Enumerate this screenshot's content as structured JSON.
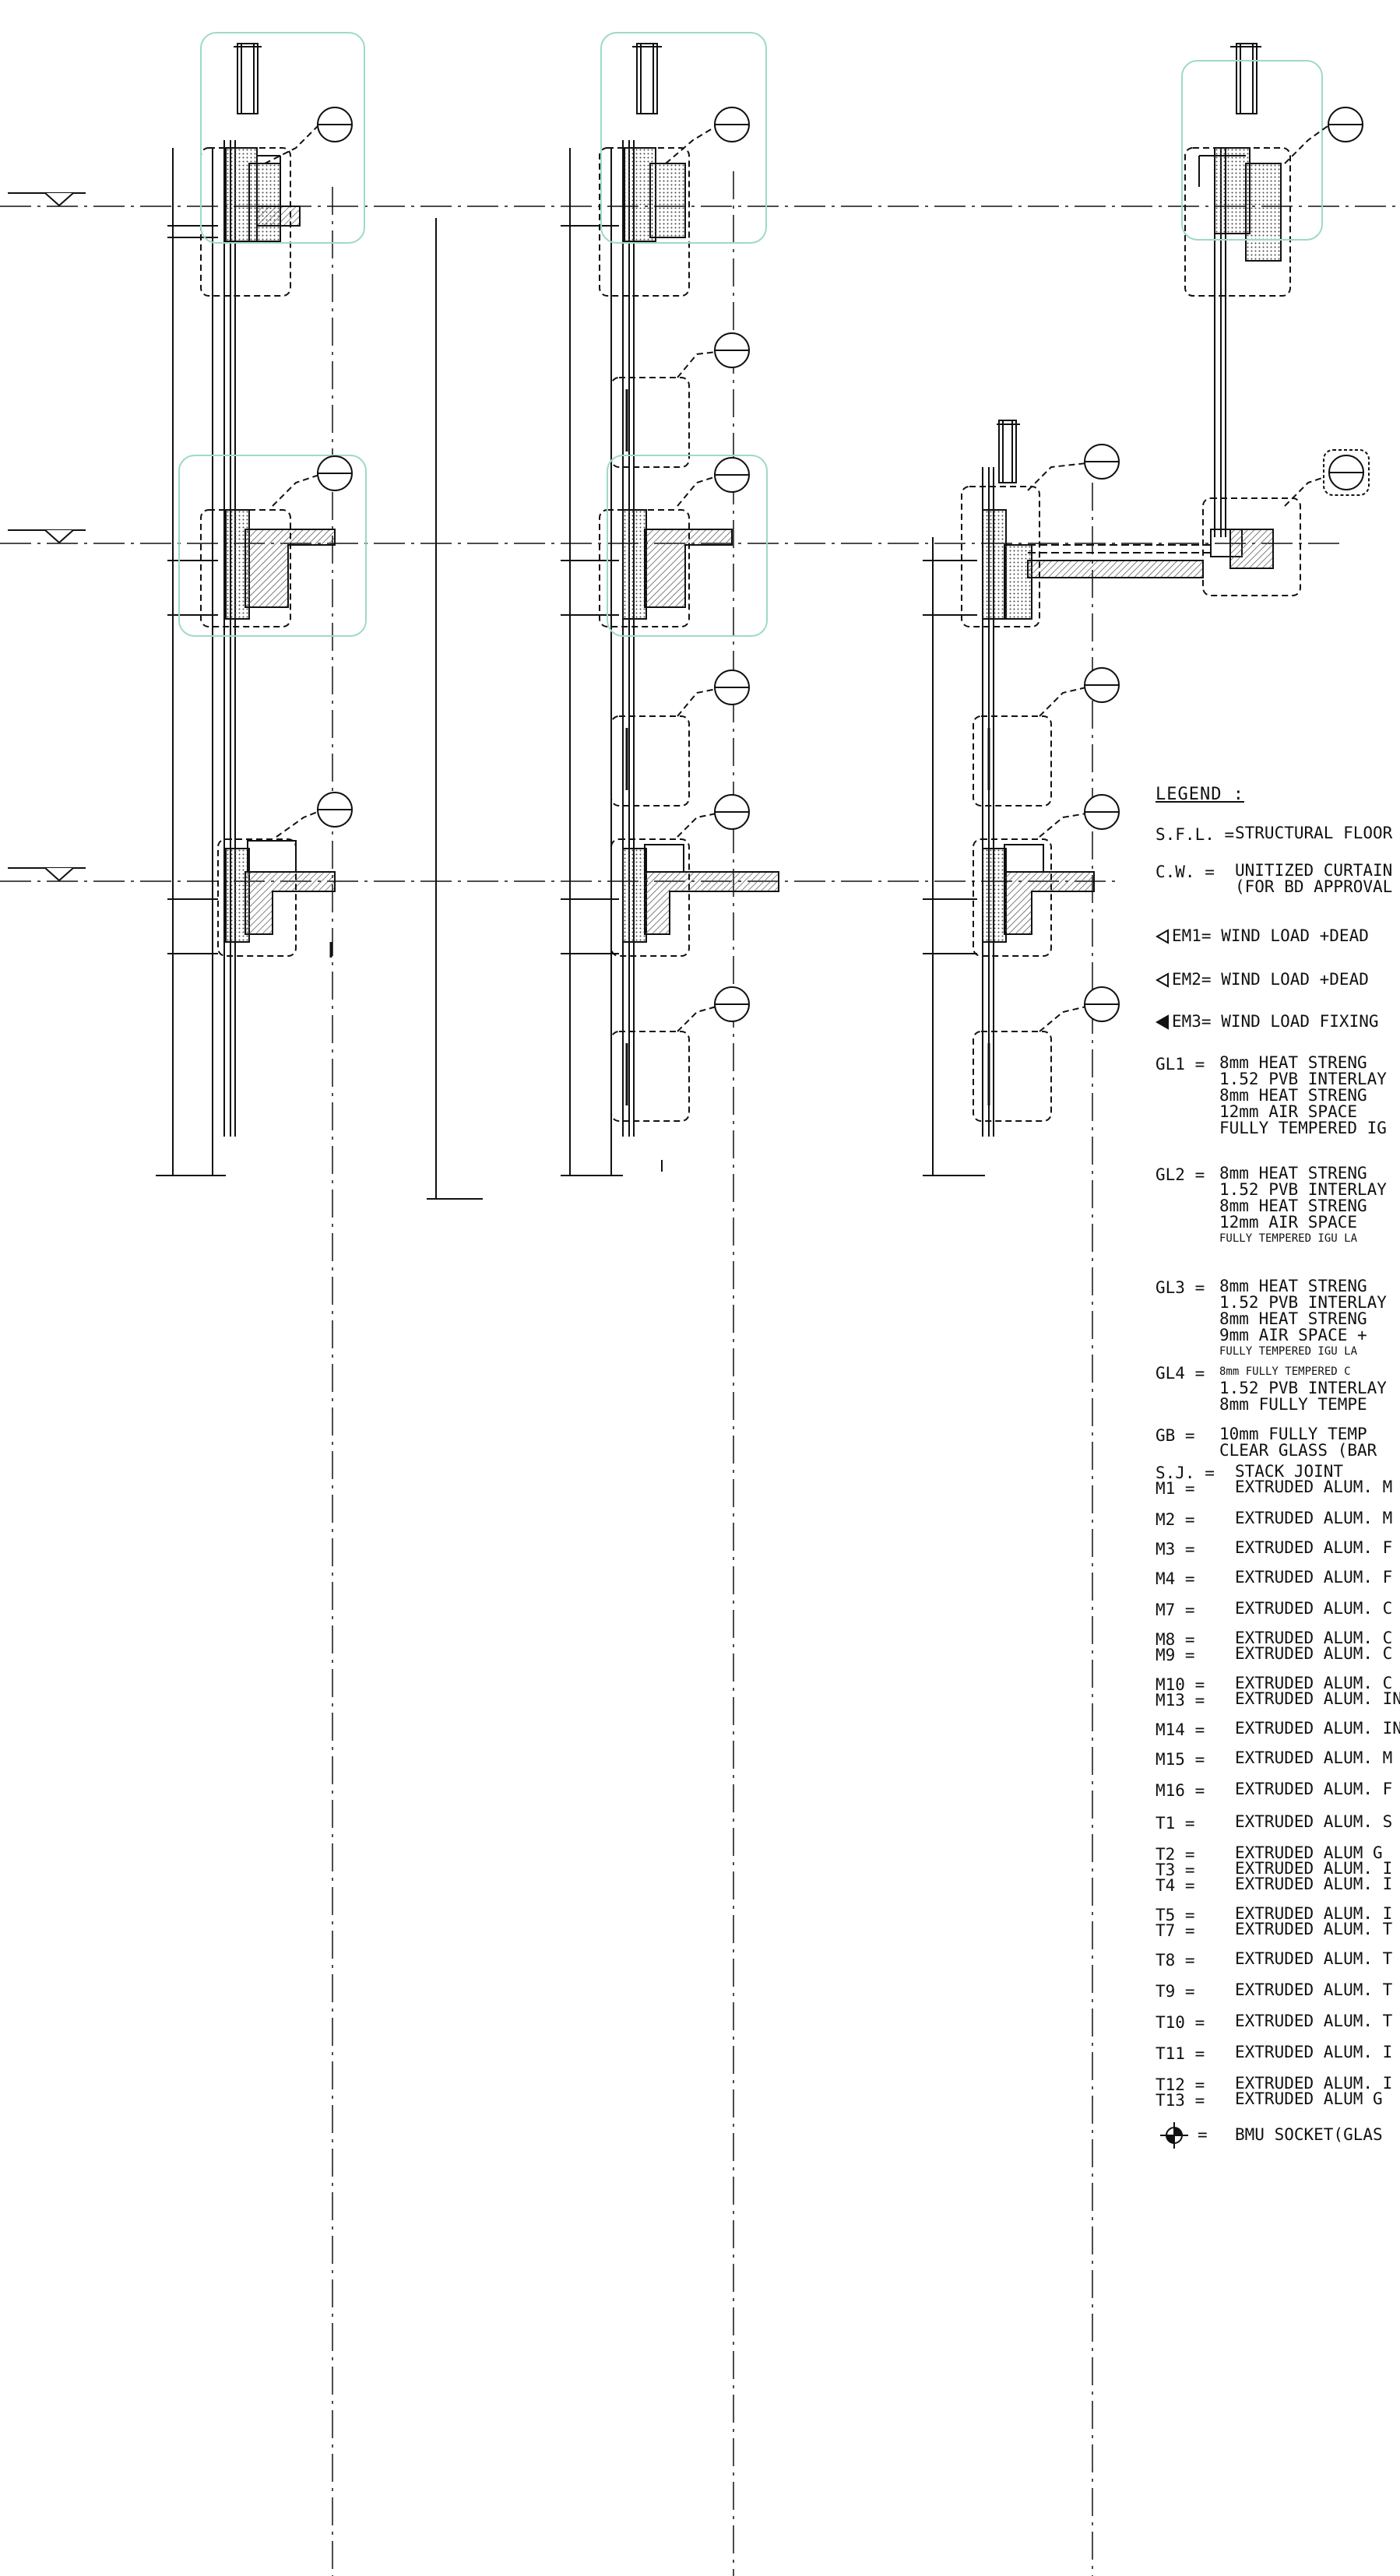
{
  "legend": {
    "title": "LEGEND :",
    "items": [
      {
        "code": "S.F.L. =",
        "lines": [
          "STRUCTURAL FLOOR"
        ]
      },
      {
        "code": "C.W. =",
        "lines": [
          "UNITIZED CURTAIN W",
          "(FOR BD APPROVAL"
        ]
      },
      {
        "code": "EM1= WIND LOAD +DEAD",
        "lines": []
      },
      {
        "code": "EM2= WIND LOAD +DEAD",
        "lines": []
      },
      {
        "code": "EM3= WIND LOAD FIXING",
        "lines": []
      },
      {
        "code": "GL1 =",
        "lines": [
          "8mm HEAT STRENG",
          "1.52 PVB INTERLAY",
          "8mm HEAT STRENG",
          "12mm AIR SPACE",
          "FULLY TEMPERED IG"
        ]
      },
      {
        "code": "GL2 =",
        "lines": [
          "8mm HEAT STRENG",
          "1.52 PVB INTERLAY",
          "8mm HEAT STRENG",
          "12mm AIR SPACE",
          "FULLY TEMPERED IGU LA"
        ]
      },
      {
        "code": "GL3 =",
        "lines": [
          "8mm HEAT STRENG",
          "1.52 PVB INTERLAY",
          "8mm HEAT STRENG",
          "9mm AIR SPACE +",
          "FULLY TEMPERED IGU LA"
        ]
      },
      {
        "code": "GL4 =",
        "lines": [
          "8mm FULLY TEMPERED C",
          "1.52 PVB INTERLAY",
          "8mm FULLY TEMPE"
        ]
      },
      {
        "code": "GB =",
        "lines": [
          "10mm FULLY TEMP",
          "CLEAR GLASS (BAR"
        ]
      },
      {
        "code": "S.J. =",
        "lines": [
          "STACK JOINT"
        ]
      },
      {
        "code": "M1 =",
        "lines": [
          "EXTRUDED ALUM. M"
        ]
      },
      {
        "code": "M2 =",
        "lines": [
          "EXTRUDED ALUM. M"
        ]
      },
      {
        "code": "M3 =",
        "lines": [
          "EXTRUDED ALUM. F"
        ]
      },
      {
        "code": "M4 =",
        "lines": [
          "EXTRUDED ALUM. F"
        ]
      },
      {
        "code": "M7 =",
        "lines": [
          "EXTRUDED ALUM. C"
        ]
      },
      {
        "code": "M8 =",
        "lines": [
          "EXTRUDED ALUM. C"
        ]
      },
      {
        "code": "M9 =",
        "lines": [
          "EXTRUDED ALUM. C"
        ]
      },
      {
        "code": "M10 =",
        "lines": [
          "EXTRUDED ALUM. C"
        ]
      },
      {
        "code": "M13 =",
        "lines": [
          "EXTRUDED ALUM. IN"
        ]
      },
      {
        "code": "M14 =",
        "lines": [
          "EXTRUDED ALUM. IN"
        ]
      },
      {
        "code": "M15 =",
        "lines": [
          "EXTRUDED ALUM. M"
        ]
      },
      {
        "code": "M16 =",
        "lines": [
          "EXTRUDED ALUM. F"
        ]
      },
      {
        "code": "T1 =",
        "lines": [
          "EXTRUDED ALUM. S"
        ]
      },
      {
        "code": "T2 =",
        "lines": [
          "EXTRUDED ALUM G"
        ]
      },
      {
        "code": "T3 =",
        "lines": [
          "EXTRUDED ALUM. I"
        ]
      },
      {
        "code": "T4 =",
        "lines": [
          "EXTRUDED ALUM. I"
        ]
      },
      {
        "code": "T5 =",
        "lines": [
          "EXTRUDED ALUM. I"
        ]
      },
      {
        "code": "T7 =",
        "lines": [
          "EXTRUDED ALUM. T"
        ]
      },
      {
        "code": "T8 =",
        "lines": [
          "EXTRUDED ALUM. T"
        ]
      },
      {
        "code": "T9 =",
        "lines": [
          "EXTRUDED ALUM. T"
        ]
      },
      {
        "code": "T10 =",
        "lines": [
          "EXTRUDED ALUM. T"
        ]
      },
      {
        "code": "T11 =",
        "lines": [
          "EXTRUDED ALUM. I"
        ]
      },
      {
        "code": "T12 =",
        "lines": [
          "EXTRUDED ALUM. I"
        ]
      },
      {
        "code": "T13 =",
        "lines": [
          "EXTRUDED ALUM G"
        ]
      },
      {
        "code": "=",
        "lines": [
          "BMU SOCKET(GLAS"
        ]
      }
    ]
  },
  "colors": {
    "line": "#111111",
    "detail_cloud": "#9fd9c8",
    "hatch": "#555555"
  }
}
